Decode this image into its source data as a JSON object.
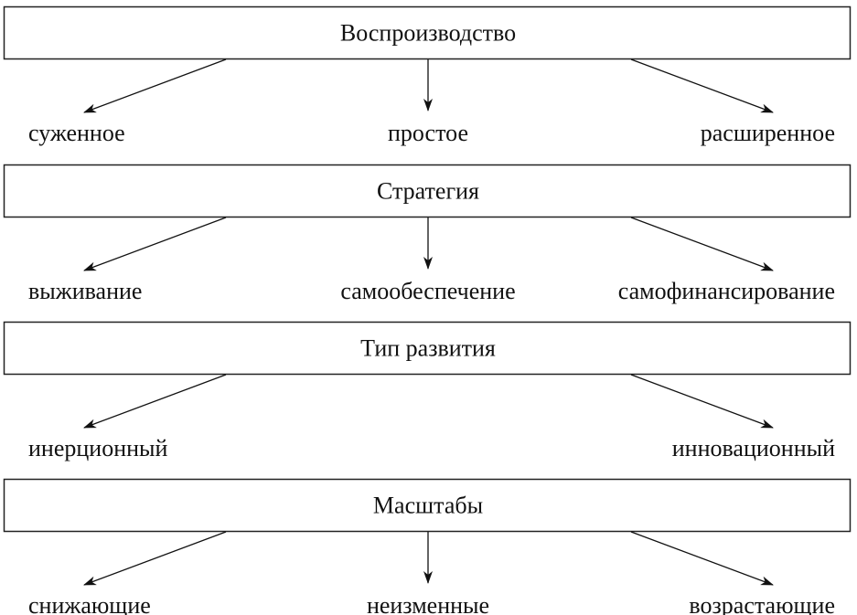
{
  "sections": [
    {
      "title": "Воспроизводство",
      "items": [
        {
          "label": "суженное",
          "pos": "left"
        },
        {
          "label": "простое",
          "pos": "center"
        },
        {
          "label": "расширенное",
          "pos": "right"
        }
      ]
    },
    {
      "title": "Стратегия",
      "items": [
        {
          "label": "выживание",
          "pos": "left"
        },
        {
          "label": "самообеспечение",
          "pos": "center"
        },
        {
          "label": "самофинансирование",
          "pos": "right"
        }
      ]
    },
    {
      "title": "Тип развития",
      "items": [
        {
          "label": "инерционный",
          "pos": "left"
        },
        {
          "label": "инновационный",
          "pos": "right"
        }
      ]
    },
    {
      "title": "Масштабы",
      "items": [
        {
          "label": "снижающие",
          "pos": "left"
        },
        {
          "label": "неизменные",
          "pos": "center"
        },
        {
          "label": "возрастающие",
          "pos": "right"
        }
      ]
    }
  ]
}
